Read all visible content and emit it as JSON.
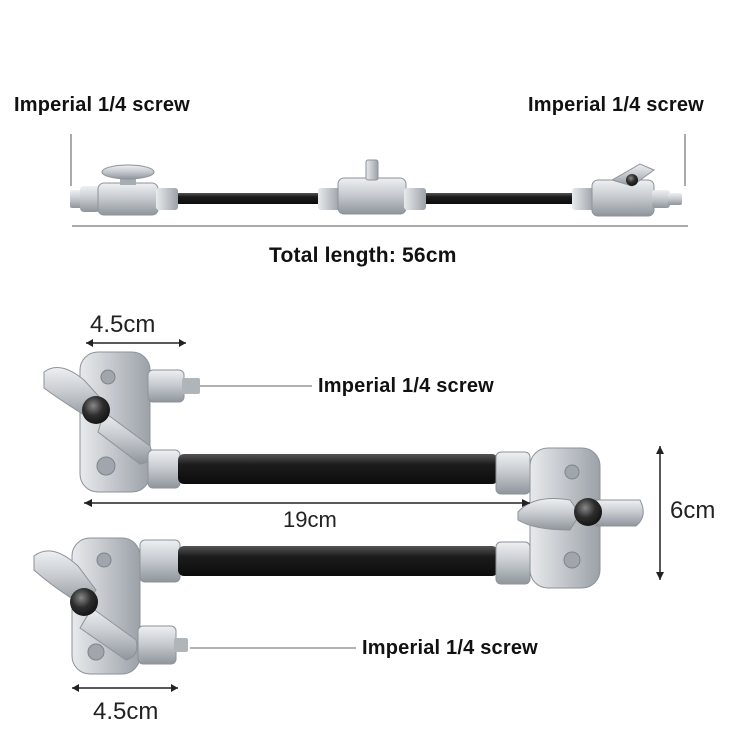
{
  "top": {
    "left_screw_label": "Imperial 1/4 screw",
    "right_screw_label": "Imperial 1/4 screw",
    "total_length_label": "Total length: 56cm"
  },
  "bottom": {
    "top_width_label": "4.5cm",
    "upper_screw_label": "Imperial 1/4 screw",
    "arm_length_label": "19cm",
    "height_label": "6cm",
    "lower_screw_label": "Imperial 1/4 screw",
    "bottom_width_label": "4.5cm"
  },
  "colors": {
    "rod": "#1b1b1b",
    "metal": "#c9cdd2",
    "metal_dark": "#9aa0a6",
    "knob": "#2a2a2a"
  }
}
